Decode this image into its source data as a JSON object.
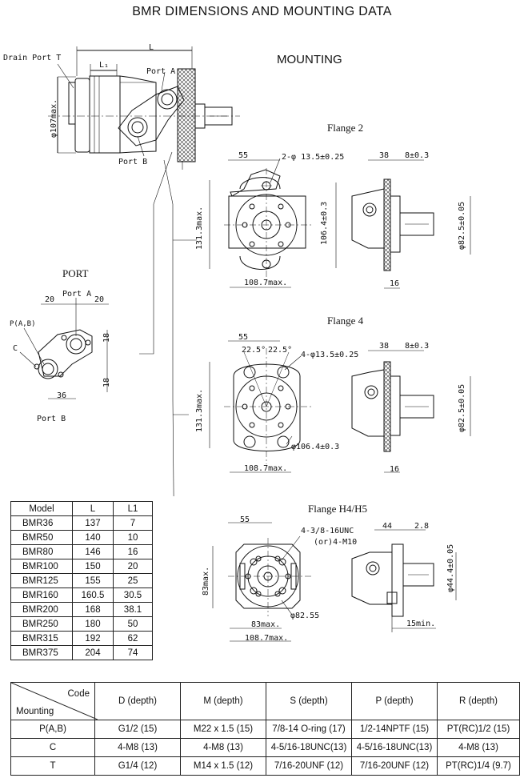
{
  "title": "BMR DIMENSIONS AND  MOUNTING DATA",
  "mounting_heading": "MOUNTING",
  "port_heading": "PORT",
  "flange_labels": [
    "Flange 2",
    "Flange 4",
    "Flange H4/H5"
  ],
  "main_view": {
    "drain_port": "Drain Port T",
    "dim_L": "L",
    "dim_L1": "L₁",
    "port_a": "Port A",
    "port_b": "Port B",
    "dia": "φ107max."
  },
  "port_view": {
    "port_a": "Port A",
    "port_b": "Port B",
    "p_label": "P(A,B)",
    "c_label": "C",
    "d20a": "20",
    "d20b": "20",
    "d18a": "18",
    "d18b": "18",
    "d36": "36"
  },
  "flange2": {
    "d55": "55",
    "holes": "2-φ 13.5±0.25",
    "height": "131.3max.",
    "pcd": "106.4±0.3",
    "width": "108.7max.",
    "d38": "38",
    "d8": "8±0.3",
    "pilot": "φ82.5±0.05",
    "d16": "16"
  },
  "flange4": {
    "d55": "55",
    "ang1": "22.5°",
    "ang2": "22.5°",
    "holes": "4-φ13.5±0.25",
    "height": "131.3max.",
    "pcd": "φ106.4±0.3",
    "width": "108.7max.",
    "d38": "38",
    "d8": "8±0.3",
    "pilot": "φ82.5±0.05",
    "d16": "16"
  },
  "flangeH": {
    "d55": "55",
    "thread1": "4-3/8-16UNC",
    "thread2": "(or)4-M10",
    "height": "83max.",
    "pcd": "φ82.55",
    "w83": "83max.",
    "width": "108.7max.",
    "d44": "44",
    "d28": "2.8",
    "pilot": "φ44.4±0.05",
    "d15": "15min."
  },
  "model_table": {
    "headers": [
      "Model",
      "L",
      "L1"
    ],
    "rows": [
      [
        "BMR36",
        "137",
        "7"
      ],
      [
        "BMR50",
        "140",
        "10"
      ],
      [
        "BMR80",
        "146",
        "16"
      ],
      [
        "BMR100",
        "150",
        "20"
      ],
      [
        "BMR125",
        "155",
        "25"
      ],
      [
        "BMR160",
        "160.5",
        "30.5"
      ],
      [
        "BMR200",
        "168",
        "38.1"
      ],
      [
        "BMR250",
        "180",
        "50"
      ],
      [
        "BMR315",
        "192",
        "62"
      ],
      [
        "BMR375",
        "204",
        "74"
      ]
    ]
  },
  "code_table": {
    "corner_code": "Code",
    "corner_mounting": "Mounting",
    "headers": [
      "D (depth)",
      "M (depth)",
      "S (depth)",
      "P (depth)",
      "R (depth)"
    ],
    "rows": [
      [
        "P(A,B)",
        "G1/2  (15)",
        "M22 x 1.5  (15)",
        "7/8-14  O-ring (17)",
        "1/2-14NPTF (15)",
        "PT(RC)1/2  (15)"
      ],
      [
        "C",
        "4-M8  (13)",
        "4-M8  (13)",
        "4-5/16-18UNC(13)",
        "4-5/16-18UNC(13)",
        "4-M8  (13)"
      ],
      [
        "T",
        "G1/4  (12)",
        "M14 x 1.5 (12)",
        "7/16-20UNF  (12)",
        "7/16-20UNF  (12)",
        "PT(RC)1/4     (9.7)"
      ]
    ]
  }
}
